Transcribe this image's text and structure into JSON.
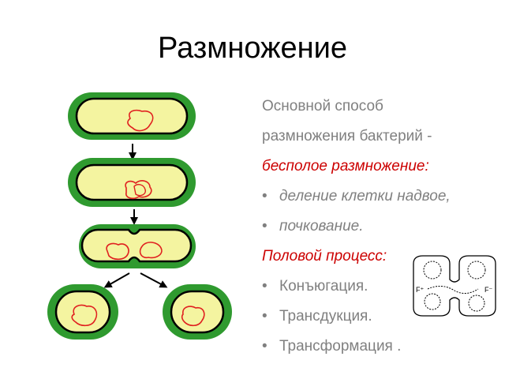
{
  "title": "Размножение",
  "text": {
    "intro_line1": "Основной способ",
    "intro_line2": "размножения бактерий -",
    "asexual_heading": "бесполое размножение:",
    "asexual_items": [
      "деление клетки надвое,",
      "почкование."
    ],
    "sexual_heading": "Половой процесс:",
    "sexual_items": [
      "Конъюгация.",
      "Трансдукция.",
      "Трансформация ."
    ]
  },
  "conjugation_labels": {
    "left": "F⁺",
    "right": "F⁻"
  },
  "colors": {
    "cell_outer": "#2f9a2f",
    "cell_inner": "#f4f4a0",
    "nucleoid": "#e02020",
    "accent_text": "#cc0000",
    "gray_text": "#808080"
  },
  "icons": [
    "arrow-down-icon",
    "arrow-diagonal-icon",
    "bullet-icon"
  ]
}
